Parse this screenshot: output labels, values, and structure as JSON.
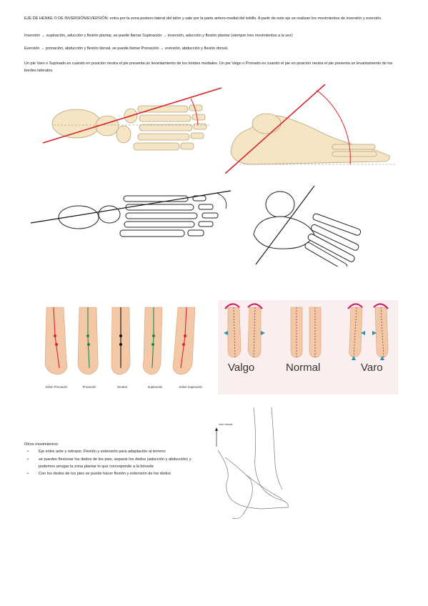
{
  "intro": {
    "p1": "EJE DE HENKE O DE INVERSIÓN/EVERSIÓN: entra por la zona postero-lateral del talón y sale por la parte antero-medial del tobillo. A partir de este eje se realizan los movimientos de inversión y eversión.",
    "p2": "Inversión → supinación, aducción y flexión plantar, se puede llamar Supinación → inversión, aducción y flexión plantar (siempre tres movimientos a la vez)",
    "p3": "Eversión → pronación, abducción y flexión dorsal, se puede llamar Pronación → eversión, abducción y flexión dorsal.",
    "p4": "Un pie Varo o Supinado es cuando en posición neutra el pie presenta un levantamiento de los bordes mediales. Un pie Valgo o Pronado es cuando el pie en posición neutra el pie presenta un levantamiento de los bordes laterales."
  },
  "strip": {
    "labels": [
      "Sobre Pronación",
      "Pronación",
      "Neutral",
      "Supinación",
      "Sobre Supinación"
    ],
    "colors": [
      "#d8232a",
      "#1a8a4a",
      "#111111",
      "#1a8a4a",
      "#d8232a"
    ]
  },
  "alignment": {
    "labels": [
      "Valgo",
      "Normal",
      "Varo"
    ]
  },
  "dorsi": {
    "label": "vión dorsal"
  },
  "other": {
    "title": "Otros movimientos:",
    "items": [
      "Eje entre ante y retropie: Flexión y extensión para adaptación al terreno",
      "se pueden flexionar los dedos de los pies, separar los dedos (aducción y abducción) y podemos arrugar la zona plantar lo que corresponde a la bóveda",
      "Con los dedos de los pies se puede hacer flexión y extensión de los dedos"
    ]
  }
}
